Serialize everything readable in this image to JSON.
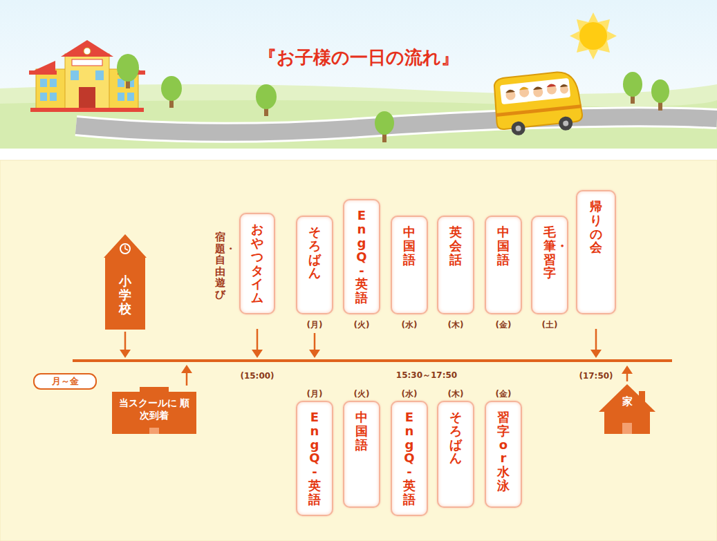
{
  "diagram": {
    "title": "『お子様の一日の流れ』",
    "nodes": [
      {
        "text": [
          "小学校"
        ]
      },
      {
        "text": [
          "おやつタイム"
        ]
      },
      {
        "text": [
          "そろばん"
        ]
      },
      {
        "text": [
          "EngQ-英語"
        ]
      },
      {
        "text": [
          "中国語"
        ]
      },
      {
        "text": [
          "英会話"
        ]
      },
      {
        "text": [
          "中国語"
        ]
      },
      {
        "text": [
          "毛筆・習字"
        ]
      },
      {
        "text": [
          "帰りの会"
        ]
      },
      {
        "text": [
          "月～金"
        ]
      },
      {
        "text": [
          "当スクールに 順次到着"
        ]
      },
      {
        "text": [
          "EngQ-英語"
        ]
      },
      {
        "text": [
          "中国語"
        ]
      },
      {
        "text": [
          "EngQ-英語"
        ]
      },
      {
        "text": [
          "そろばん"
        ]
      },
      {
        "text": [
          "習字or水泳"
        ]
      },
      {
        "text": [
          "家"
        ]
      }
    ],
    "labels": [
      "宿題・自由遊び",
      "(月)",
      "(火)",
      "(水)",
      "(木)",
      "(金)",
      "(土)",
      "(15:00)",
      "15:30～17:50",
      "(17:50)",
      "(月)",
      "(火)",
      "(水)",
      "(木)",
      "(金)"
    ]
  }
}
